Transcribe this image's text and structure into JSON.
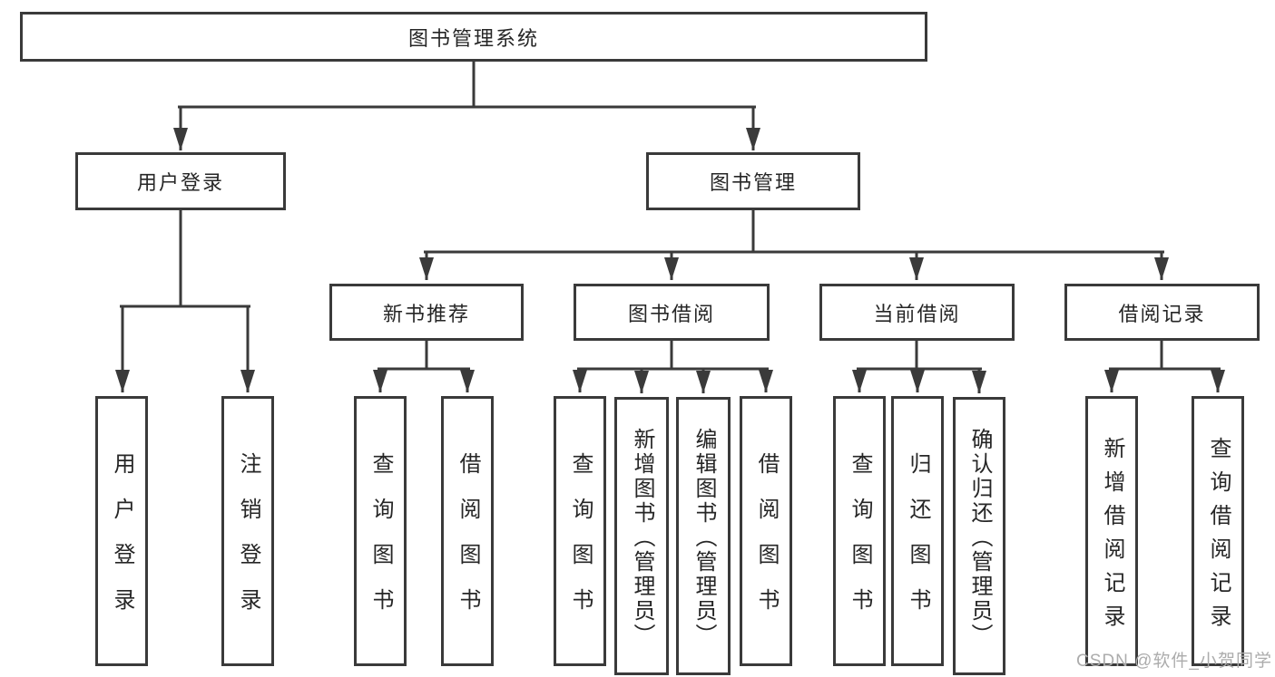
{
  "diagram": {
    "root": {
      "label": "图书管理系统"
    },
    "level2": {
      "user_login": {
        "label": "用户登录"
      },
      "book_management": {
        "label": "图书管理"
      }
    },
    "level3": {
      "new_book_recommend": {
        "label": "新书推荐"
      },
      "book_borrow": {
        "label": "图书借阅"
      },
      "current_borrow": {
        "label": "当前借阅"
      },
      "borrow_records": {
        "label": "借阅记录"
      }
    },
    "leaves": {
      "user_login": {
        "label": "用户登录"
      },
      "logout": {
        "label": "注销登录"
      },
      "nb_query_books": {
        "label": "查询图书"
      },
      "nb_borrow_books": {
        "label": "借阅图书"
      },
      "bb_query_books": {
        "label": "查询图书"
      },
      "bb_add_books": {
        "label": "新增图书（管理员）"
      },
      "bb_edit_books": {
        "label": "编辑图书（管理员）"
      },
      "bb_borrow_books": {
        "label": "借阅图书"
      },
      "cb_query_books": {
        "label": "查询图书"
      },
      "cb_return_books": {
        "label": "归还图书"
      },
      "cb_confirm_return": {
        "label": "确认归还（管理员）"
      },
      "br_add_record": {
        "label": "新增借阅记录"
      },
      "br_query_record": {
        "label": "查询借阅记录"
      }
    }
  },
  "watermark": {
    "text": "CSDN @软件_小贺同学"
  },
  "colors": {
    "line": "#3a3a3a",
    "text": "#262626",
    "watermark": "#acacac",
    "background": "#ffffff"
  }
}
